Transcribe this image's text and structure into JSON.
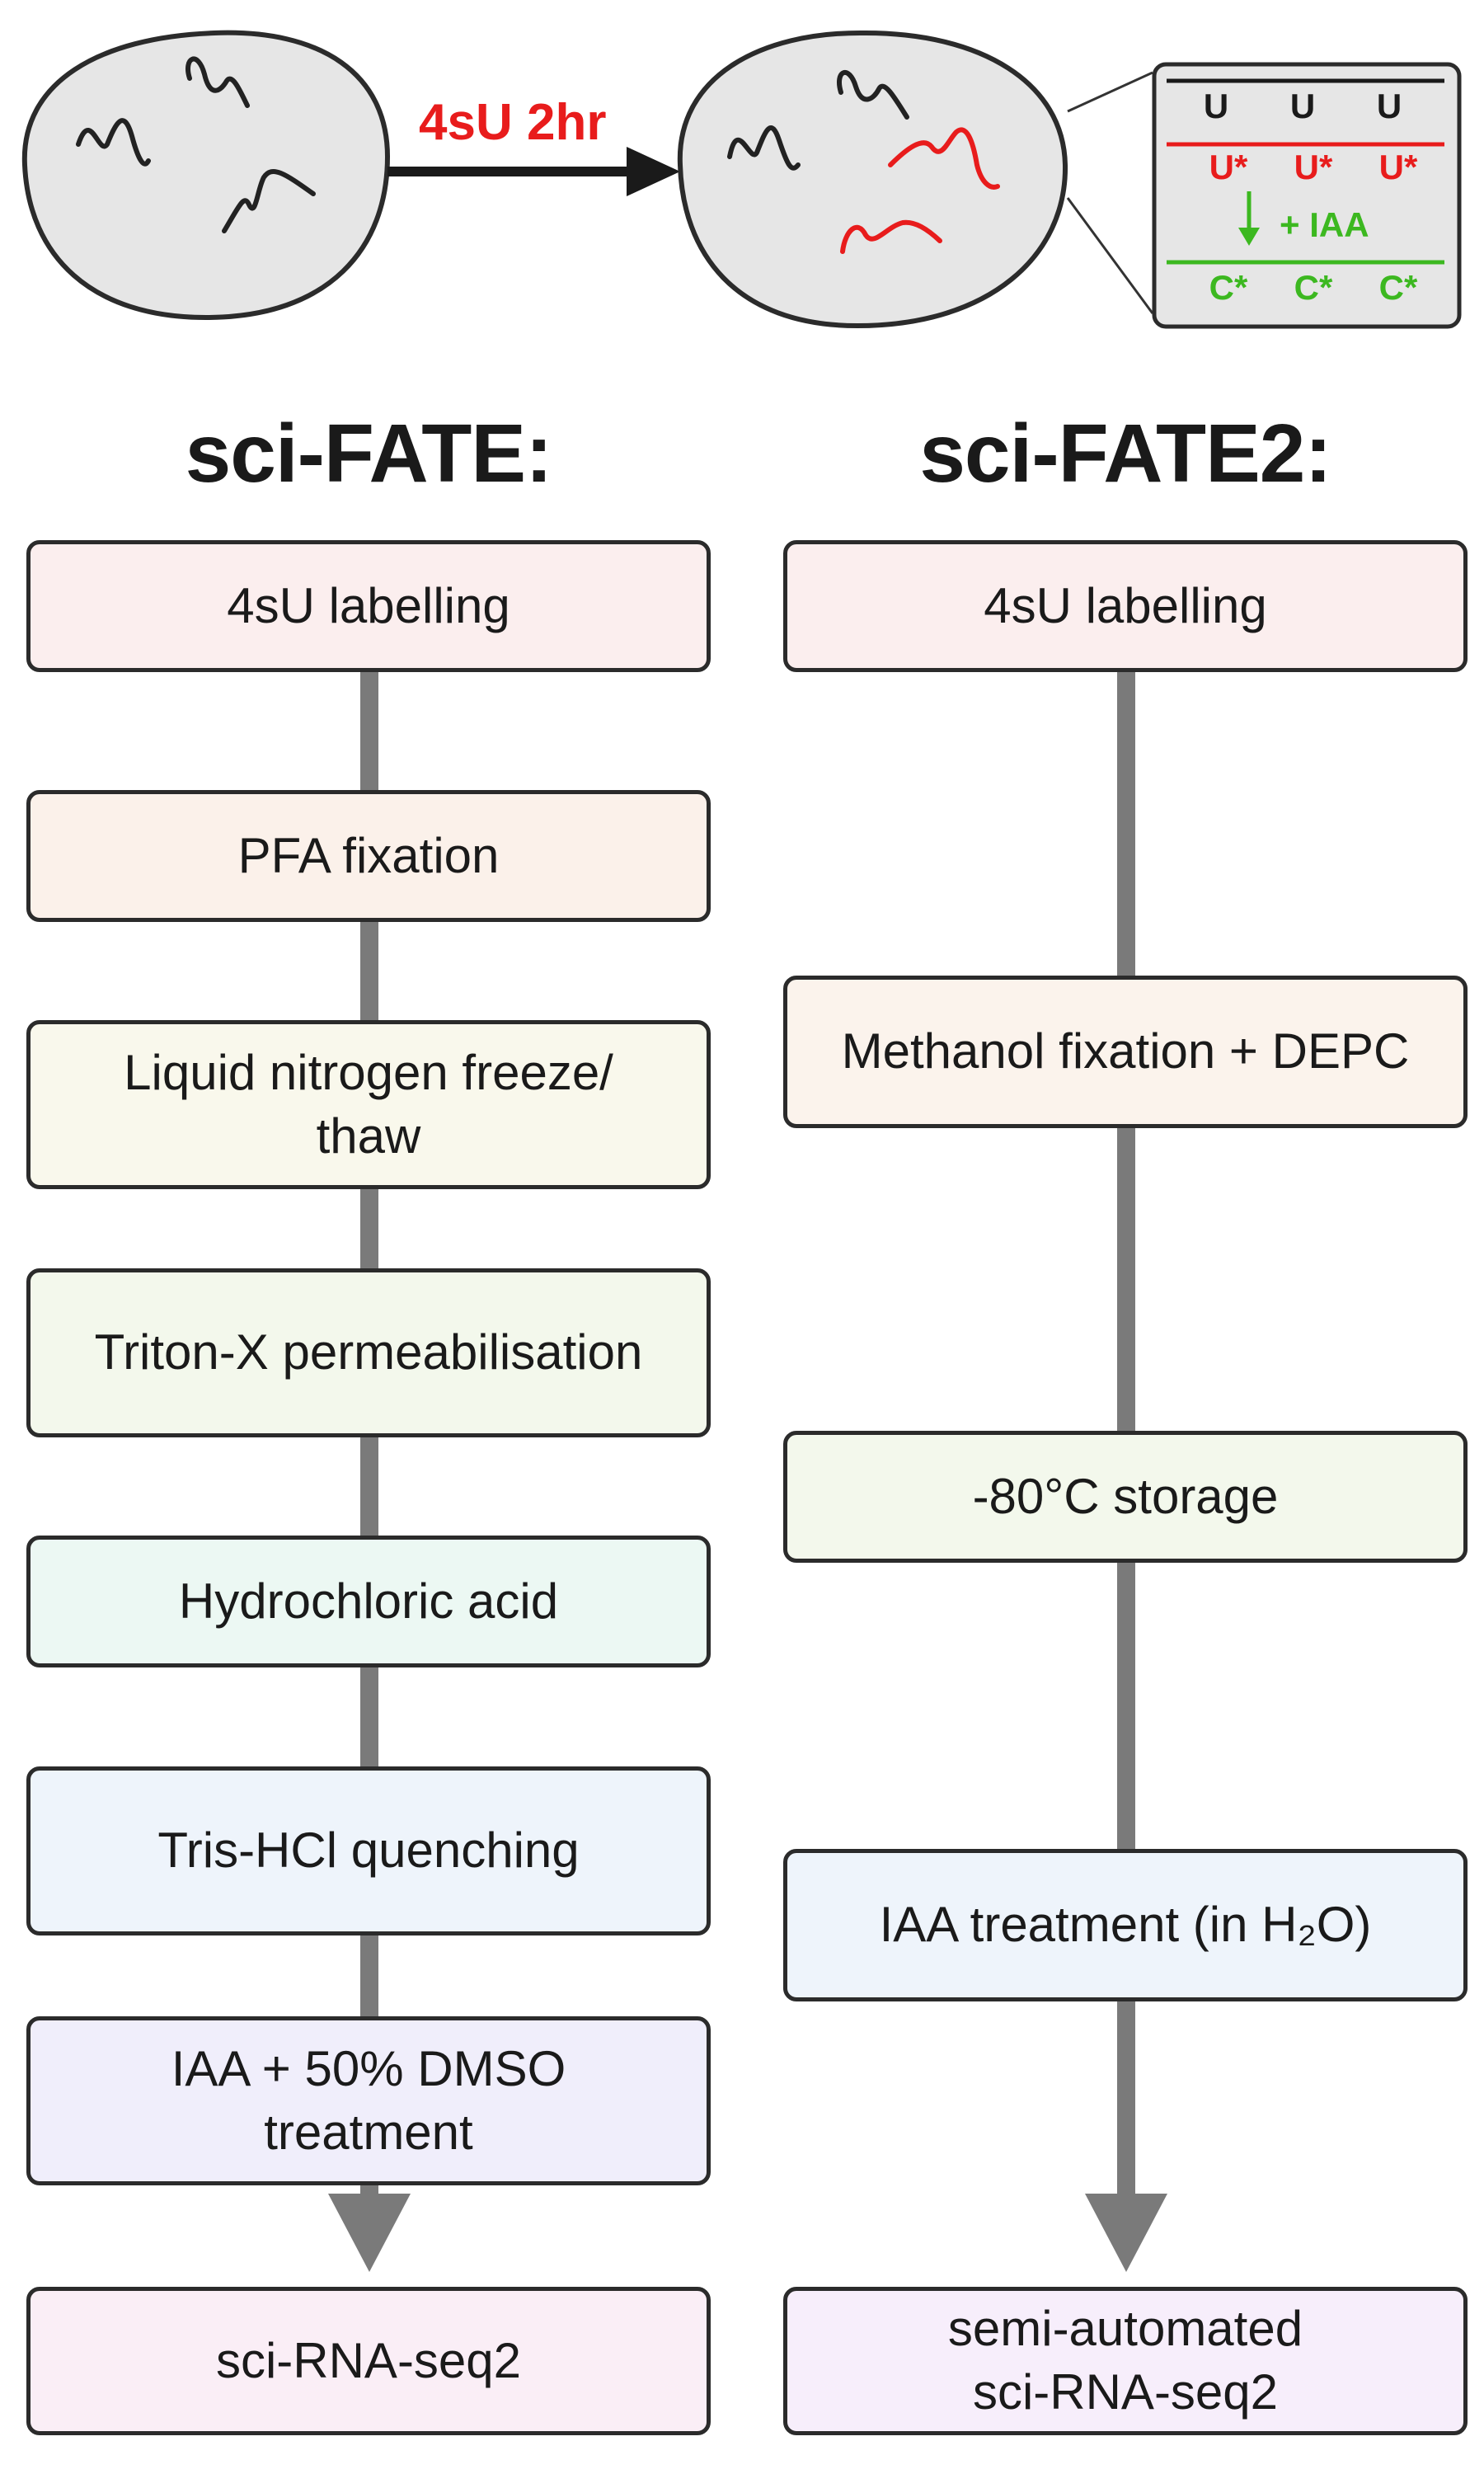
{
  "top": {
    "arrow_label": "4sU 2hr",
    "inset": {
      "row1": [
        "U",
        "U",
        "U"
      ],
      "row2": [
        "U*",
        "U*",
        "U*"
      ],
      "reagent": "+ IAA",
      "row3": [
        "C*",
        "C*",
        "C*"
      ]
    }
  },
  "columns": [
    {
      "heading": "sci-FATE:",
      "steps": [
        {
          "label": "4sU labelling",
          "color": "#fbeeee"
        },
        {
          "label": "PFA fixation",
          "color": "#fbf1ea"
        },
        {
          "label": "Liquid nitrogen freeze/\nthaw",
          "color": "#f9f8ec"
        },
        {
          "label": "Triton-X permeabilisation",
          "color": "#f3f8ec"
        },
        {
          "label": "Hydrochloric acid",
          "color": "#ecf8f3"
        },
        {
          "label": "Tris-HCl quenching",
          "color": "#eef4fb"
        },
        {
          "label": "IAA + 50% DMSO\ntreatment",
          "color": "#f0eefb"
        },
        {
          "label": "sci-RNA-seq2",
          "color": "#faeef6"
        }
      ]
    },
    {
      "heading": "sci-FATE2:",
      "steps": [
        {
          "label": "4sU labelling",
          "color": "#fbeeee"
        },
        {
          "label": "Methanol fixation + DEPC",
          "color": "#fbf3ec"
        },
        {
          "label": "-80°C storage",
          "color": "#f3f8ec"
        },
        {
          "label": "IAA treatment (in H₂O)",
          "color": "#eef4fb"
        },
        {
          "label": "semi-automated\nsci-RNA-seq2",
          "color": "#f7eefb"
        }
      ]
    }
  ],
  "colors": {
    "connector": "#7a7a7a",
    "cell_fill": "#e6e6e6",
    "label_red": "#e81c1c",
    "label_green": "#3cb820",
    "outline": "#2b2b2b"
  }
}
